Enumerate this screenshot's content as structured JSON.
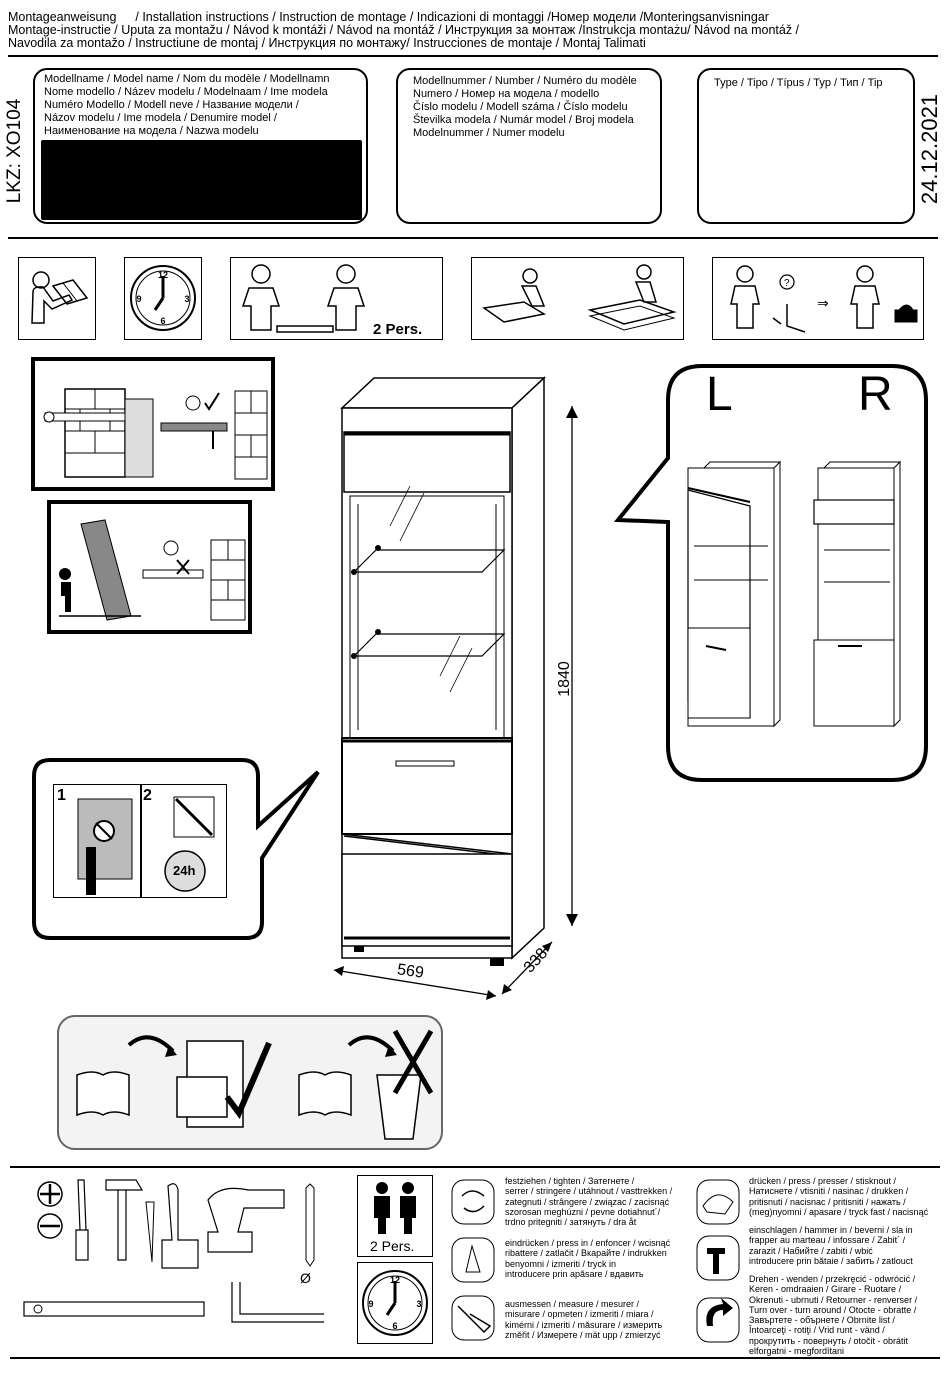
{
  "header": {
    "line1_title": "Montageanweisung",
    "line1_rest": "/ Installation instructions / Instruction de montage / Indicazioni di montaggi /Номер модели /Monteringsanvisningar",
    "line2": "Montage-instructie / Uputa za montažu / Návod k montáži / Návod na montáž / Инструкция за монтаж /Instrukcja montażu/ Návod na montáž /",
    "line3": "Navodila za montažo / Instructiune de montaj / Инструкция по монтажу/ Instrucciones de montaje / Montaj Talimati"
  },
  "sidebar": {
    "lkz": "LKZ: XO104",
    "date": "24.12.2021"
  },
  "boxes": {
    "model_name": [
      "Modellname / Model name / Nom du modèle / Modellnamn",
      "Nome modello / Název modelu / Modelnaam / Ime modela",
      "Numéro Modello / Modell neve / Название модели /",
      "Názov modelu / Ime modela / Denumire model /",
      "Наименование на модела / Nazwa modelu"
    ],
    "model_number": [
      "Modellnummer / Number / Numéro du modèle",
      "Numero /  Номер на модела / modello",
      "Číslo modelu / Modell száma / Číslo modelu",
      "Številka modela / Numár model / Broj modela",
      "Modelnummer / Numer modelu"
    ],
    "type": "Type / Tipo / Típus / Typ / Тип / Tip"
  },
  "persons_label": "2 Pers.",
  "variant": {
    "left": "L",
    "right": "R"
  },
  "steps": {
    "one": "1",
    "two": "2",
    "hours": "24h"
  },
  "dimensions": {
    "height": "1840",
    "width": "569",
    "depth": "338"
  },
  "tools": {
    "diameter": "Ø",
    "persons": "2 Pers."
  },
  "legend": {
    "tighten": [
      "festziehen / tighten / Затегнете /",
      "serrer / stringere / utáhnout / vasttrekken /",
      "zategnuti / strângere / związac / zacisnąć",
      "szorosan meghúzni / pevne dotiahnut´/",
      "trdno pritegniti / затянуть / dra åt"
    ],
    "press_in": [
      "eindrücken / press in / enfoncer / wcisnąć",
      "ribattere / zatlačit / Вкарайте / indrukken",
      "benyomni / izmeriti / tryck in",
      "introducere prin apăsare / вдавить"
    ],
    "measure": [
      "ausmessen / measure / mesurer /",
      "misurare / opmeten / izmeriti / miara /",
      "kimérni / izmeriti / măsurare / измерить",
      "změřit / Измерете / mät upp / zmierzyć"
    ],
    "press": [
      "drücken / press / presser / stisknout /",
      "Натиснете / vtisniti / nasinac / drukken /",
      "pritisnuti / nacisnac / pritisniti / нажать /",
      "(meg)nyomni / apasare / tryck fast / nacisnąć"
    ],
    "hammer_in": [
      "einschlagen / hammer in / beverni / sla in",
      "frapper au marteau / infossare / Zabit´ /",
      "zarazit / Набийте / zabiti / wbić",
      "introducere prin bătaie / забить / zatlouct"
    ],
    "turn": [
      "Drehen - wenden / przekręcić - odwrócić /",
      "Keren - omdraaien / Girare - Ruotare /",
      "Okrenuti - ubrnuti / Retourner - renverser /",
      "Turn over - turn around / Otocte - obratte /",
      "Завъртете - обърнете / Obrnite list /",
      "Întoarceţi - rotiţi / Vrid runt - vänd /",
      "прокрутить - повернуть / otočit - obrátit",
      "elforgatni - megfordítani"
    ]
  }
}
